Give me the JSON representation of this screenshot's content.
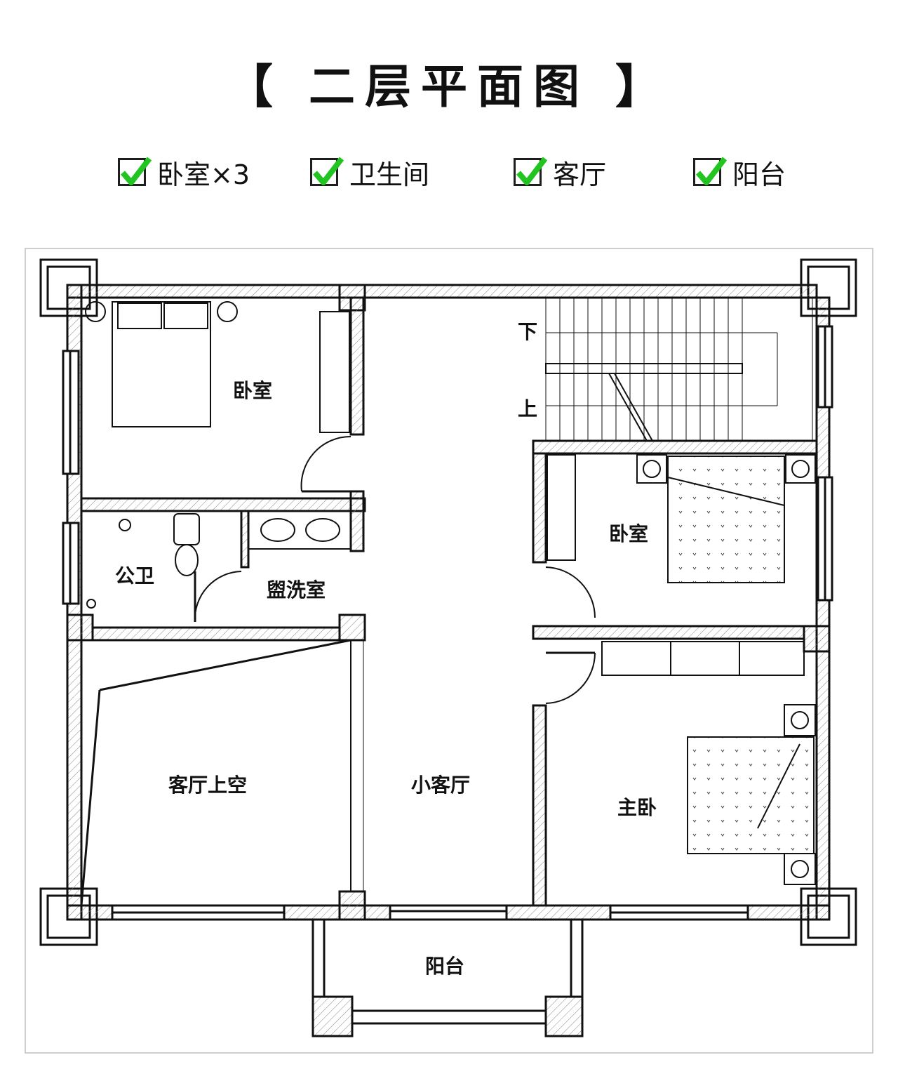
{
  "title": "【 二层平面图 】",
  "features": [
    {
      "label": "卧室×3",
      "check_color": "#22c422"
    },
    {
      "label": "卫生间",
      "check_color": "#22c422"
    },
    {
      "label": "客厅",
      "check_color": "#22c422"
    },
    {
      "label": "阳台",
      "check_color": "#22c422"
    }
  ],
  "rooms": {
    "bedroom_nw": "卧室",
    "bedroom_e": "卧室",
    "public_wc": "公卫",
    "wash_room": "盥洗室",
    "living_void": "客厅上空",
    "small_living": "小客厅",
    "master_bedroom": "主卧",
    "balcony": "阳台"
  },
  "stairs": {
    "down": "下",
    "up": "上"
  },
  "colors": {
    "wall": "#111111",
    "hatch": "#888888",
    "check": "#22c422"
  }
}
